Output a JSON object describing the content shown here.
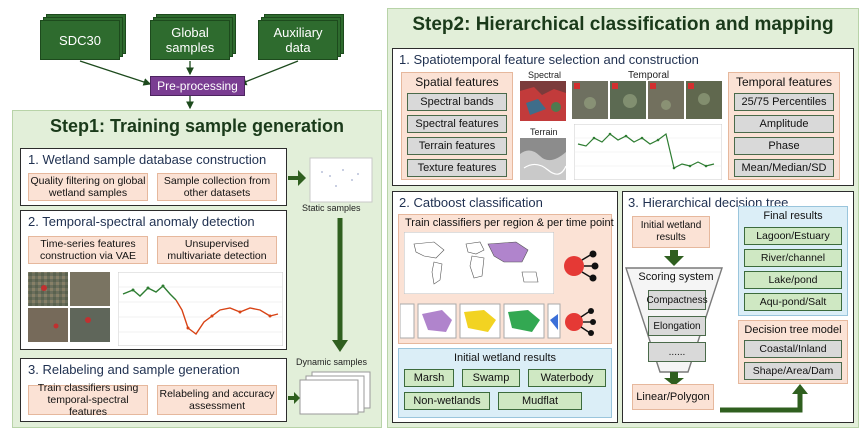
{
  "inputs": {
    "sdc30": "SDC30",
    "global_samples": "Global samples",
    "auxiliary_data": "Auxiliary data"
  },
  "preprocessing": "Pre-processing",
  "step1": {
    "title": "Step1: Training sample generation",
    "sub1": {
      "title": "1. Wetland sample database construction",
      "box_a": "Quality filtering on global wetland samples",
      "box_b": "Sample collection from other datasets"
    },
    "sub2": {
      "title": "2. Temporal-spectral anomaly detection",
      "box_a": "Time-series features construction via VAE",
      "box_b": "Unsupervised multivariate detection"
    },
    "sub3": {
      "title": "3. Relabeling and sample generation",
      "box_a": "Train classifiers using temporal-spectral features",
      "box_b": "Relabeling and accuracy assessment"
    },
    "static_samples": "Static samples",
    "dynamic_samples": "Dynamic samples"
  },
  "step2": {
    "title": "Step2: Hierarchical classification and mapping",
    "sub1": {
      "title": "1. Spatiotemporal feature selection and construction",
      "spatial_header": "Spatial features",
      "spatial_items": [
        "Spectral bands",
        "Spectral features",
        "Terrain features",
        "Texture features"
      ],
      "spectral_label": "Spectral",
      "terrain_label": "Terrain",
      "temporal_label": "Temporal",
      "temporal_header": "Temporal features",
      "temporal_items": [
        "25/75 Percentiles",
        "Amplitude",
        "Phase",
        "Mean/Median/SD"
      ]
    },
    "sub2": {
      "title": "2. Catboost classification",
      "train_text": "Train classifiers per region & per time point",
      "initial_header": "Initial wetland results",
      "classes": [
        "Marsh",
        "Swamp",
        "Waterbody",
        "Non-wetlands",
        "Mudflat"
      ]
    },
    "sub3": {
      "title": "3. Hierarchical decision tree",
      "initial": "Initial wetland results",
      "scoring": "Scoring system",
      "scores": [
        "Compactness",
        "Elongation",
        "......"
      ],
      "linear": "Linear/Polygon",
      "final_header": "Final results",
      "final_items": [
        "Lagoon/Estuary",
        "River/channel",
        "Lake/pond",
        "Aqu-pond/Salt"
      ],
      "dt_header": "Decision tree model",
      "dt_items": [
        "Coastal/Inland",
        "Shape/Area/Dam"
      ]
    }
  },
  "colors": {
    "dark_green": "#2e6b2e",
    "purple": "#7a3d92",
    "panel_green": "#e2efd9",
    "pink": "#fbe2d5",
    "blue": "#dbeef7",
    "arrow": "#2f5f1f"
  }
}
